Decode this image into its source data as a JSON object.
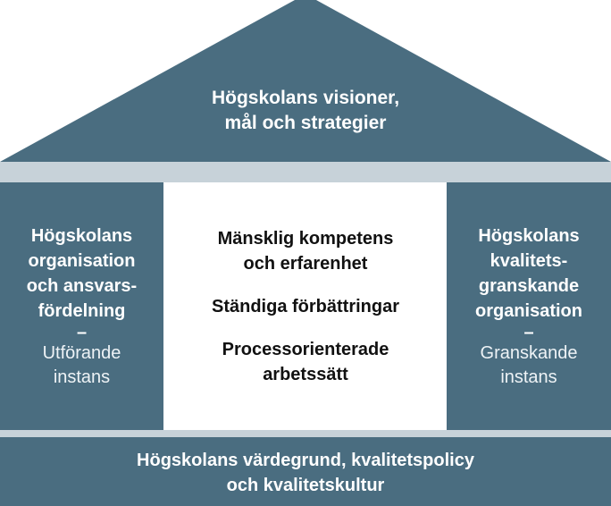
{
  "roof": {
    "text": "Högskolans visioner,\nmål och strategier",
    "color": "#4a6d80"
  },
  "left_pillar": {
    "title": "Högskolans\norganisation\noch ansvars-\nfördelning",
    "dash": "–",
    "subtitle": "Utförande\ninstans"
  },
  "center": {
    "items": [
      "Mänsklig kompetens\noch erfarenhet",
      "Ständiga förbättringar",
      "Processorienterade\narbetssätt"
    ]
  },
  "right_pillar": {
    "title": "Högskolans\nkvalitets-\ngranskande\norganisation",
    "dash": "–",
    "subtitle": "Granskande\ninstans"
  },
  "base": {
    "text": "Högskolans värdegrund, kvalitetspolicy\noch kvalitetskultur"
  },
  "colors": {
    "primary": "#4a6d80",
    "background": "#ffffff",
    "separator": "#c7d2d9"
  }
}
